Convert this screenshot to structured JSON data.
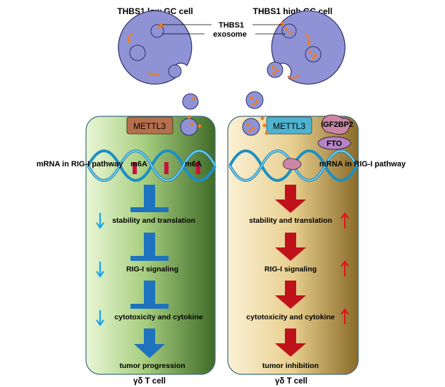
{
  "top": {
    "low_cell_title": "THBS1 low GC cell",
    "high_cell_title": "THBS1 high GC cell",
    "thbs1_label": "THBS1",
    "exosome_label": "exosome"
  },
  "left_cell": {
    "enzyme": "METTL3",
    "mrna_label": "mRNA in RIG-I pathway",
    "m6a_label_1": "m6A",
    "m6a_label_2": "m6A",
    "steps": [
      "stability and translation",
      "RIG-I signaling",
      "cytotoxicity and cytokine",
      "tumor progression"
    ],
    "cell_label": "γδ T cell"
  },
  "right_cell": {
    "enzyme": "METTL3",
    "reader": "IGF2BP2",
    "eraser": "FTO",
    "mrna_label": "mRNA in RIG-I pathway",
    "steps": [
      "stability and translation",
      "RIG-I signaling",
      "cytotoxicity and cytokine",
      "tumor inhibition"
    ],
    "cell_label": "γδ T cell"
  },
  "colors": {
    "cell_body": "#8f93d6",
    "dot": "#f07d22",
    "blue_arrow": "#1e73be",
    "red_arrow": "#c0121a",
    "small_down": "#1aa3e8",
    "small_up": "#e0141c",
    "left_enzyme": "#b66f4c",
    "right_enzyme": "#4fb3cf",
    "reader": "#c987a5",
    "eraser": "#b585c6"
  }
}
